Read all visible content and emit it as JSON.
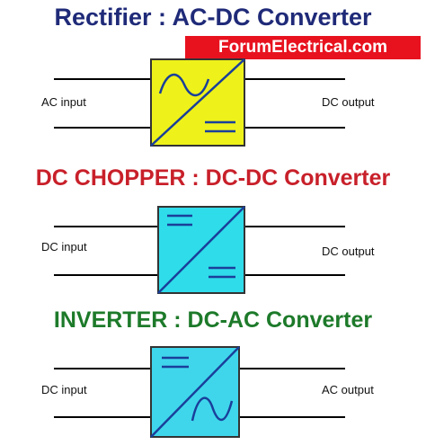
{
  "sections": [
    {
      "title": "Rectifier : AC-DC Converter",
      "input_label": "AC input",
      "output_label": "DC output",
      "box_color": "#eef21a",
      "input_symbol": "ac-wave",
      "output_symbol": "dc-lines"
    },
    {
      "title": "DC CHOPPER : DC-DC Converter",
      "input_label": "DC input",
      "output_label": "DC output",
      "box_color": "#2fdcea",
      "input_symbol": "dc-lines",
      "output_symbol": "dc-lines"
    },
    {
      "title": "INVERTER : DC-AC Converter",
      "input_label": "DC input",
      "output_label": "AC output",
      "box_color": "#3fd6ec",
      "input_symbol": "dc-lines",
      "output_symbol": "ac-wave"
    }
  ],
  "watermark": "ForumElectrical.com",
  "colors": {
    "title_1": "#1f2a78",
    "title_2": "#c8202a",
    "title_3": "#1d7a2a",
    "watermark_bg": "#e8121f"
  }
}
